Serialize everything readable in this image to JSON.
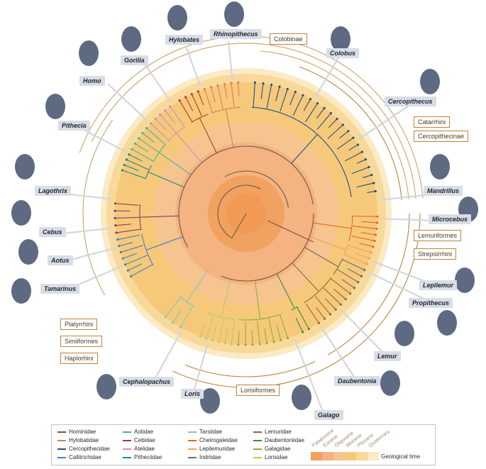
{
  "colors": {
    "hominidae": "#b03a2e",
    "hylobatidae": "#e0766a",
    "cercopithecidae": "#1f4e8c",
    "callitrichidae": "#3f80c4",
    "aotidae": "#3fb3a8",
    "cebidae": "#8a3a72",
    "atelidae": "#c78fc2",
    "pitheciidae": "#1f8a7a",
    "tarsiidae": "#7ec6c9",
    "cheirogaleidae": "#e8651e",
    "lepilemuridae": "#f2a05c",
    "indriidae": "#6a6a6a",
    "lemuridae": "#8a6a3a",
    "daubentoniidae": "#3f8a3a",
    "galagidae": "#8ab03a",
    "lorisidae": "#b5c96a",
    "ring_quaternary": "#fbeac4",
    "ring_pliocene": "#f8d99a",
    "ring_miocene": "#f6c97a",
    "ring_oligocene": "#f6c48e",
    "ring_eocene": "#f4b380",
    "ring_palaeocene": "#f1a160",
    "label_bg": "#d9dde6",
    "clade_border": "#b8863a"
  },
  "genus_labels": [
    "Hylobates",
    "Rhinopithecus",
    "Gorilla",
    "Homo",
    "Colobus",
    "Cercopithecus",
    "Pithecia",
    "Mandrillus",
    "Lagothrix",
    "Microcebus",
    "Cebus",
    "Aotus",
    "Tamarinus",
    "Lepilemur",
    "Propithecus",
    "Lemur",
    "Daubentonia",
    "Cephalopachus",
    "Loris",
    "Galago"
  ],
  "clade_labels": [
    "Colobinae",
    "Catarrhini",
    "Cercopithecinae",
    "Lemuriformes",
    "Strepsirrhini",
    "Platyrrhini",
    "Simiiformes",
    "Haplorhini",
    "Lorisiformes"
  ],
  "legend": {
    "families": [
      [
        "Hominidae",
        "Hylobatidae",
        "Cercopithecidae",
        "Callitrichidae"
      ],
      [
        "Aotidae",
        "Cebidae",
        "Atelidae",
        "Pitheciidae"
      ],
      [
        "Tarsiidae",
        "Cheirogaleidae",
        "Lepilemuridae",
        "Indriidae"
      ],
      [
        "Lemuridae",
        "Daubentoniidae",
        "Galagidae",
        "Lorisidae"
      ]
    ],
    "family_colors": [
      [
        "#b03a2e",
        "#e0766a",
        "#1f4e8c",
        "#3f80c4"
      ],
      [
        "#3fb3a8",
        "#8a3a72",
        "#c78fc2",
        "#1f8a7a"
      ],
      [
        "#7ec6c9",
        "#e8651e",
        "#f2a05c",
        "#6a6a6a"
      ],
      [
        "#8a6a3a",
        "#3f8a3a",
        "#8ab03a",
        "#b5c96a"
      ]
    ],
    "geo_periods": [
      "Palaeocene",
      "Eocene",
      "Oligocene",
      "Miocene",
      "Pliocene",
      "Quaternary"
    ],
    "geo_colors": [
      "#f1a160",
      "#f4b380",
      "#f6c48e",
      "#f6c97a",
      "#f8d99a",
      "#fbeac4"
    ],
    "geo_title": "Geological time"
  }
}
